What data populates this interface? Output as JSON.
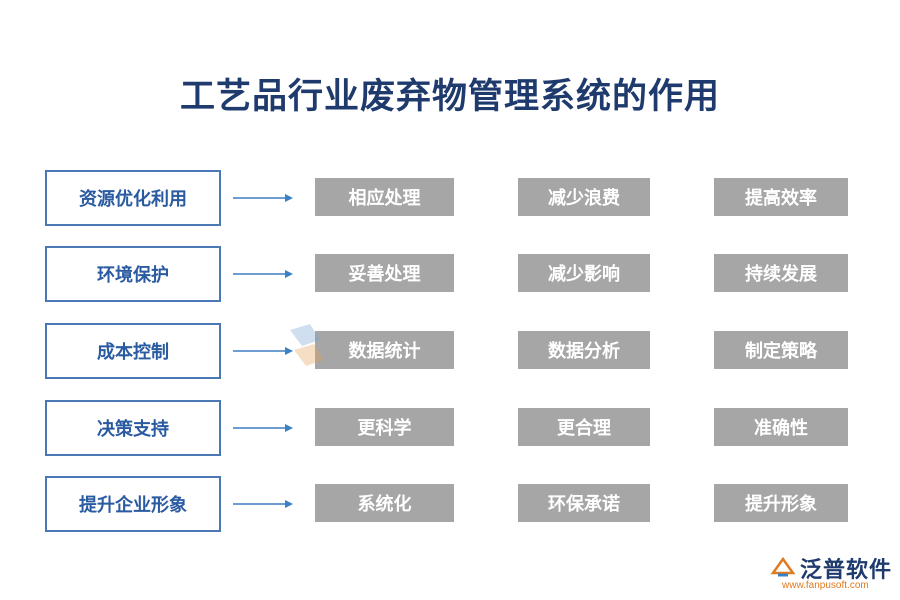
{
  "title": "工艺品行业废弃物管理系统的作用",
  "rows": [
    {
      "category": "资源优化利用",
      "items": [
        "相应处理",
        "减少浪费",
        "提高效率"
      ]
    },
    {
      "category": "环境保护",
      "items": [
        "妥善处理",
        "减少影响",
        "持续发展"
      ]
    },
    {
      "category": "成本控制",
      "items": [
        "数据统计",
        "数据分析",
        "制定策略"
      ]
    },
    {
      "category": "决策支持",
      "items": [
        "更科学",
        "更合理",
        "准确性"
      ]
    },
    {
      "category": "提升企业形象",
      "items": [
        "系统化",
        "环保承诺",
        "提升形象"
      ]
    }
  ],
  "brand": {
    "name": "泛普软件",
    "url": "www.fanpusoft.com"
  },
  "colors": {
    "title": "#1f3b6e",
    "border": "#4a78b5",
    "arrow": "#3b7fc4",
    "box": "#a6a6a6"
  }
}
